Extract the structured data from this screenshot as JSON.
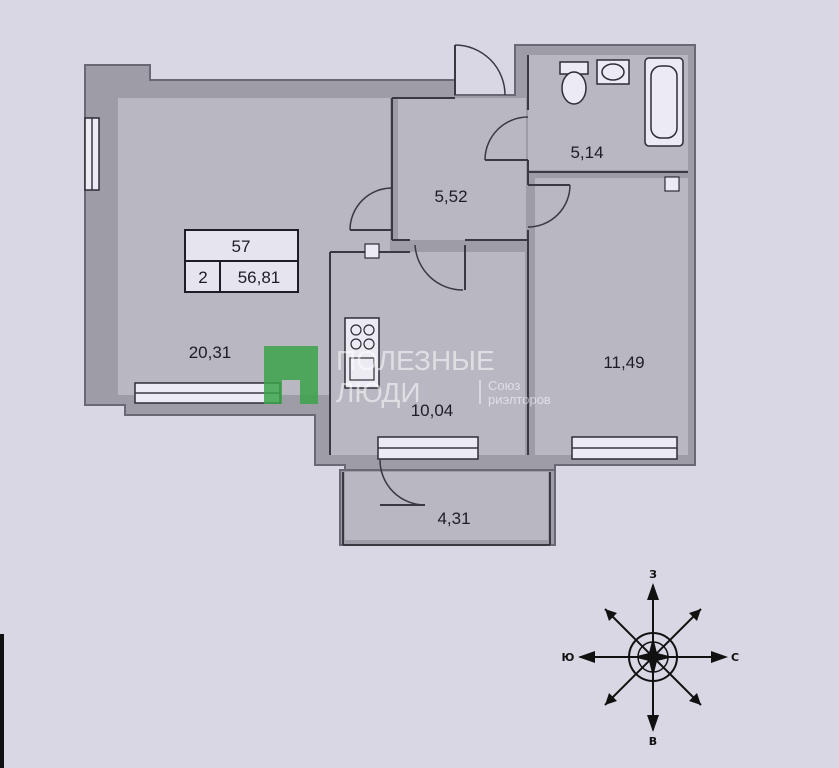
{
  "apartment": {
    "number": "57",
    "rooms_count": "2",
    "total_area": "56,81"
  },
  "rooms": {
    "living_room": "20,31",
    "hallway": "5,52",
    "bathroom": "5,14",
    "kitchen": "10,04",
    "bedroom": "11,49",
    "balcony": "4,31"
  },
  "watermark": {
    "brand_line1": "ПОЛЕЗНЫЕ",
    "brand_line2": "ЛЮДИ",
    "sub_line1": "Союз",
    "sub_line2": "риэлторов",
    "accent_color": "#3aa34a"
  },
  "compass": {
    "north": "З",
    "south": "В",
    "east": "С",
    "west": "Ю"
  },
  "colors": {
    "background": "#d9d7e4",
    "walls": "#9e9ca6",
    "rooms": "#b9b7c2"
  }
}
